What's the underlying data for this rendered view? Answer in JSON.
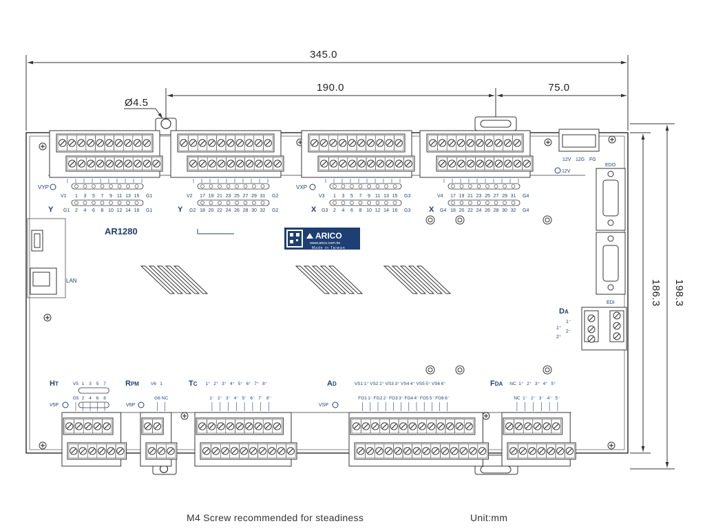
{
  "dimensions": {
    "overall_width": "345.0",
    "hole_pitch": "190.0",
    "edge_offset": "75.0",
    "hole_dia": "Ø4.5",
    "height_inner": "186.3",
    "height_outer": "198.3"
  },
  "board": {
    "model": "AR1280",
    "logo_brand": "ARICO",
    "logo_url": "www.arico.com.tw",
    "logo_tagline": "Made in Taiwan",
    "lan": "LAN",
    "edo": "EDO",
    "edi": "EDI",
    "v12": "12V",
    "top_right_terms": [
      "12V",
      "12G",
      "FG"
    ],
    "vyp": "VYP",
    "vxp": "VXP",
    "v5p": "V5P",
    "v6p": "V6P",
    "vsp": "VSP"
  },
  "groups": {
    "y1": {
      "letter": "Y",
      "v": "V1",
      "g": "G1",
      "odd": [
        "1",
        "3",
        "5",
        "7",
        "9",
        "11",
        "13",
        "15"
      ],
      "even": [
        "2",
        "4",
        "6",
        "8",
        "10",
        "12",
        "14",
        "16"
      ]
    },
    "y2": {
      "letter": "Y",
      "v": "V2",
      "g": "G2",
      "odd": [
        "17",
        "19",
        "21",
        "23",
        "25",
        "27",
        "29",
        "31"
      ],
      "even": [
        "18",
        "20",
        "22",
        "24",
        "26",
        "28",
        "30",
        "32"
      ]
    },
    "x1": {
      "letter": "X",
      "v": "V3",
      "g": "G3",
      "odd": [
        "1",
        "3",
        "5",
        "7",
        "9",
        "11",
        "13",
        "15"
      ],
      "even": [
        "2",
        "4",
        "6",
        "8",
        "10",
        "12",
        "14",
        "16"
      ]
    },
    "x2": {
      "letter": "X",
      "v": "V4",
      "g": "G4",
      "odd": [
        "17",
        "19",
        "21",
        "23",
        "25",
        "27",
        "29",
        "31"
      ],
      "even": [
        "18",
        "20",
        "22",
        "24",
        "26",
        "28",
        "30",
        "32"
      ]
    }
  },
  "bottom": {
    "ht": {
      "title_a": "H",
      "title_b": "T",
      "top": [
        "V5",
        "1",
        "3",
        "5",
        "7"
      ],
      "bot": [
        "G5",
        "2",
        "4",
        "6",
        "8"
      ]
    },
    "rpm": {
      "title_a": "R",
      "title_b": "PM",
      "top": [
        "V6",
        "1"
      ],
      "bot": [
        "G6",
        "NC"
      ]
    },
    "tc": {
      "title_a": "T",
      "title_b": "C",
      "top": [
        "1⁺",
        "2⁺",
        "3⁺",
        "4⁺",
        "5⁺",
        "6⁺",
        "7⁺",
        "8⁺"
      ],
      "bot": [
        "1⁻",
        "2⁻",
        "3⁻",
        "4⁻",
        "5⁻",
        "6⁻",
        "7⁻",
        "8⁻"
      ]
    },
    "ad": {
      "title_a": "A",
      "title_b": "D",
      "top": [
        "VS1",
        "1⁺",
        "VS2",
        "2⁺",
        "VS3",
        "3⁺",
        "VS4",
        "4⁺",
        "VS5",
        "5⁺",
        "VS6",
        "6⁺"
      ],
      "bot": [
        "FG1",
        "1⁻",
        "FG2",
        "2⁻",
        "FG3",
        "3⁻",
        "FG4",
        "4⁻",
        "FG5",
        "5⁻",
        "FG6",
        "6⁻"
      ]
    },
    "fda": {
      "title_a": "F",
      "title_b": "DA",
      "top": [
        "NC",
        "1⁺",
        "2⁺",
        "3⁺",
        "4⁺",
        "5⁺"
      ],
      "bot": [
        "NC",
        "1⁻",
        "2⁻",
        "3⁻",
        "4⁻",
        "5⁻"
      ]
    }
  },
  "da": {
    "title_a": "D",
    "title_b": "A",
    "labels": [
      "1⁻",
      "1⁺",
      "2⁻",
      "2⁺"
    ]
  },
  "footer": {
    "note": "M4 Screw recommended for steadiness",
    "unit": "Unit:mm"
  }
}
